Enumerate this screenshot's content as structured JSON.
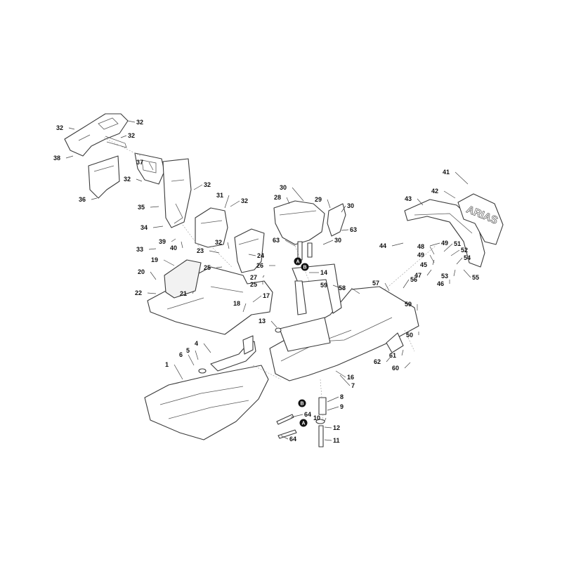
{
  "diagram": {
    "background": "#ffffff",
    "line_color": "#3a3a3a",
    "callout_labels": [
      "1",
      "4",
      "5",
      "6",
      "7",
      "8",
      "9",
      "10",
      "11",
      "12",
      "13",
      "14",
      "16",
      "17",
      "18",
      "19",
      "20",
      "21",
      "22",
      "23",
      "24",
      "25",
      "25",
      "26",
      "27",
      "28",
      "29",
      "30",
      "30",
      "30",
      "31",
      "32",
      "32",
      "32",
      "32",
      "32",
      "32",
      "32",
      "33",
      "34",
      "35",
      "36",
      "37",
      "38",
      "39",
      "40",
      "41",
      "42",
      "43",
      "44",
      "45",
      "46",
      "47",
      "48",
      "49",
      "49",
      "50",
      "51",
      "52",
      "53",
      "54",
      "55",
      "56",
      "57",
      "58",
      "59",
      "59",
      "60",
      "61",
      "62",
      "63",
      "63",
      "64",
      "64"
    ],
    "reference_markers": [
      "A",
      "B",
      "B",
      "A"
    ],
    "logo_text": "ARIAS"
  }
}
